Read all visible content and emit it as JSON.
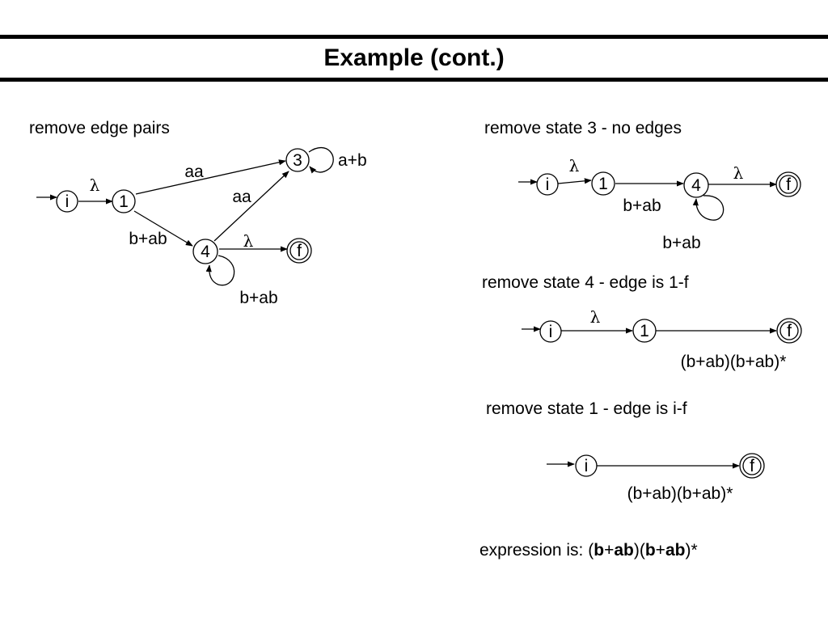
{
  "title": "Example (cont.)",
  "panels": {
    "edge_pairs": {
      "caption": "remove edge pairs",
      "states": {
        "initial": "i",
        "s1": "1",
        "s3": "3",
        "s4": "4",
        "final": "f"
      },
      "labels": {
        "i_to_1": "λ",
        "s1_to_3": "aa",
        "s4_to_3": "aa",
        "s3_loop": "a+b",
        "s1_to_4": "b+ab",
        "s4_to_f": "λ",
        "s4_loop": "b+ab"
      }
    },
    "remove_state_3": {
      "caption": "remove state 3 - no edges",
      "states": {
        "initial": "i",
        "s1": "1",
        "s4": "4",
        "final": "f"
      },
      "labels": {
        "i_to_1": "λ",
        "s1_to_4": "b+ab",
        "s4_to_f": "λ",
        "s4_loop": "b+ab"
      }
    },
    "remove_state_4": {
      "caption": "remove state 4 - edge is 1-f",
      "states": {
        "initial": "i",
        "s1": "1",
        "final": "f"
      },
      "labels": {
        "i_to_1": "λ",
        "s1_to_f": "(b+ab)(b+ab)*"
      }
    },
    "remove_state_1": {
      "caption": "remove state 1 - edge is i-f",
      "states": {
        "initial": "i",
        "final": "f"
      },
      "labels": {
        "i_to_f": "(b+ab)(b+ab)*"
      }
    }
  },
  "result": {
    "prefix": "expression is: ",
    "open1": "(",
    "b1": "b",
    "plus1": "+",
    "ab1": "ab",
    "close_open": ")(",
    "b2": "b",
    "plus2": "+",
    "ab2": "ab",
    "close_star": ")*"
  }
}
